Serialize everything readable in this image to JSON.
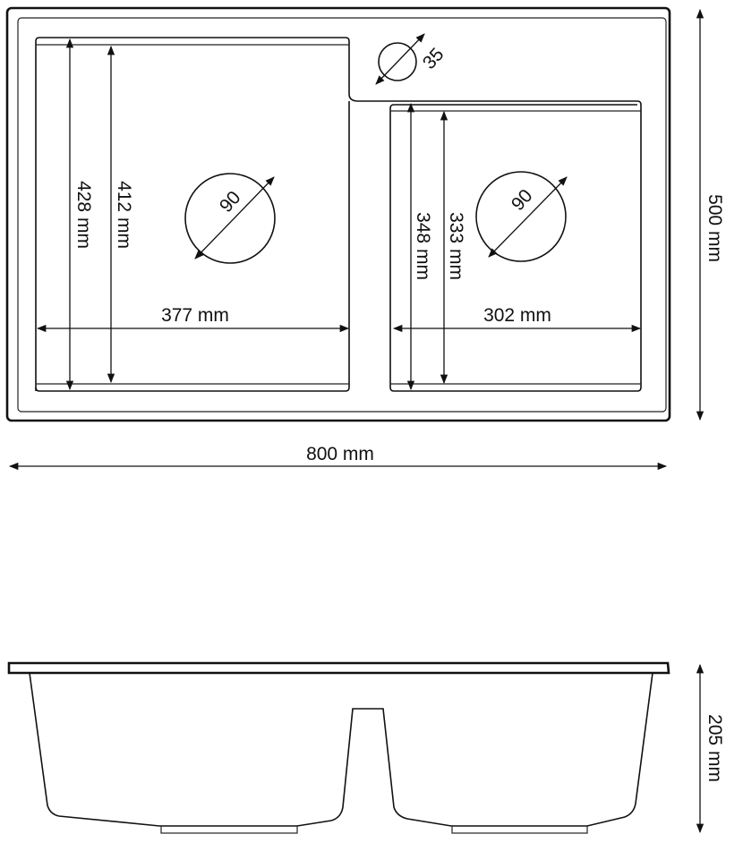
{
  "title_view": "top",
  "top_view": {
    "overall_width": "800 mm",
    "overall_depth": "500 mm",
    "left_bowl": {
      "outer_depth": "428 mm",
      "inner_depth": "412 mm",
      "width": "377 mm",
      "drain_diameter": "90"
    },
    "right_bowl": {
      "outer_depth": "348 mm",
      "inner_depth": "333 mm",
      "width": "302 mm",
      "drain_diameter": "90"
    },
    "tap_hole_diameter": "35"
  },
  "side_view": {
    "height": "205 mm"
  }
}
